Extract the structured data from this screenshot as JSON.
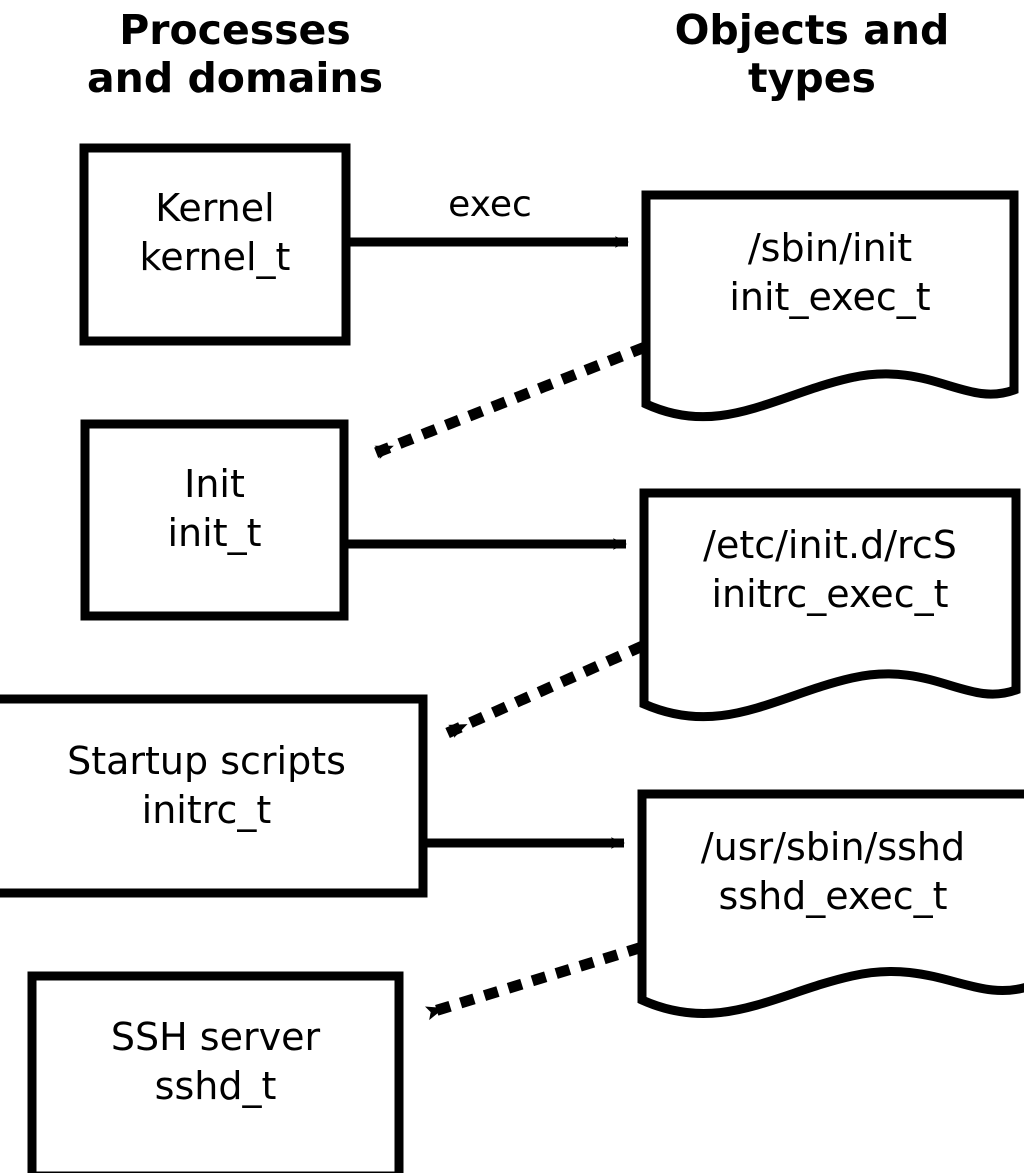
{
  "headings": {
    "left": "Processes\nand domains",
    "right": "Objects and\ntypes"
  },
  "colors": {
    "stroke": "#000000",
    "fill": "#ffffff",
    "text": "#000000"
  },
  "domains": [
    {
      "id": "kernel",
      "name": "Kernel",
      "type": "kernel_t",
      "label": "Kernel\nkernel_t"
    },
    {
      "id": "init",
      "name": "Init",
      "type": "init_t",
      "label": "Init\ninit_t"
    },
    {
      "id": "initrc",
      "name": "Startup scripts",
      "type": "initrc_t",
      "label": "Startup scripts\ninitrc_t"
    },
    {
      "id": "sshd",
      "name": "SSH server",
      "type": "sshd_t",
      "label": "SSH server\nsshd_t"
    }
  ],
  "objects": [
    {
      "id": "init_exec",
      "path": "/sbin/init",
      "type": "init_exec_t",
      "label": "/sbin/init\ninit_exec_t"
    },
    {
      "id": "initrc_exec",
      "path": "/etc/init.d/rcS",
      "type": "initrc_exec_t",
      "label": "/etc/init.d/rcS\ninitrc_exec_t"
    },
    {
      "id": "sshd_exec",
      "path": "/usr/sbin/sshd",
      "type": "sshd_exec_t",
      "label": "/usr/sbin/sshd\nsshd_exec_t"
    }
  ],
  "edges": [
    {
      "id": "kernel-exec-init_exec",
      "from": "kernel",
      "to": "init_exec",
      "label": "exec",
      "style": "solid"
    },
    {
      "id": "init_exec-to-init",
      "from": "init_exec",
      "to": "init",
      "label": "",
      "style": "dotted"
    },
    {
      "id": "init-exec-initrc_exec",
      "from": "init",
      "to": "initrc_exec",
      "label": "",
      "style": "solid"
    },
    {
      "id": "initrc_exec-to-initrc",
      "from": "initrc_exec",
      "to": "initrc",
      "label": "",
      "style": "dotted"
    },
    {
      "id": "initrc-exec-sshd_exec",
      "from": "initrc",
      "to": "sshd_exec",
      "label": "",
      "style": "solid"
    },
    {
      "id": "sshd_exec-to-sshd",
      "from": "sshd_exec",
      "to": "sshd",
      "label": "",
      "style": "dotted"
    }
  ],
  "edge_labels": {
    "exec": "exec"
  }
}
